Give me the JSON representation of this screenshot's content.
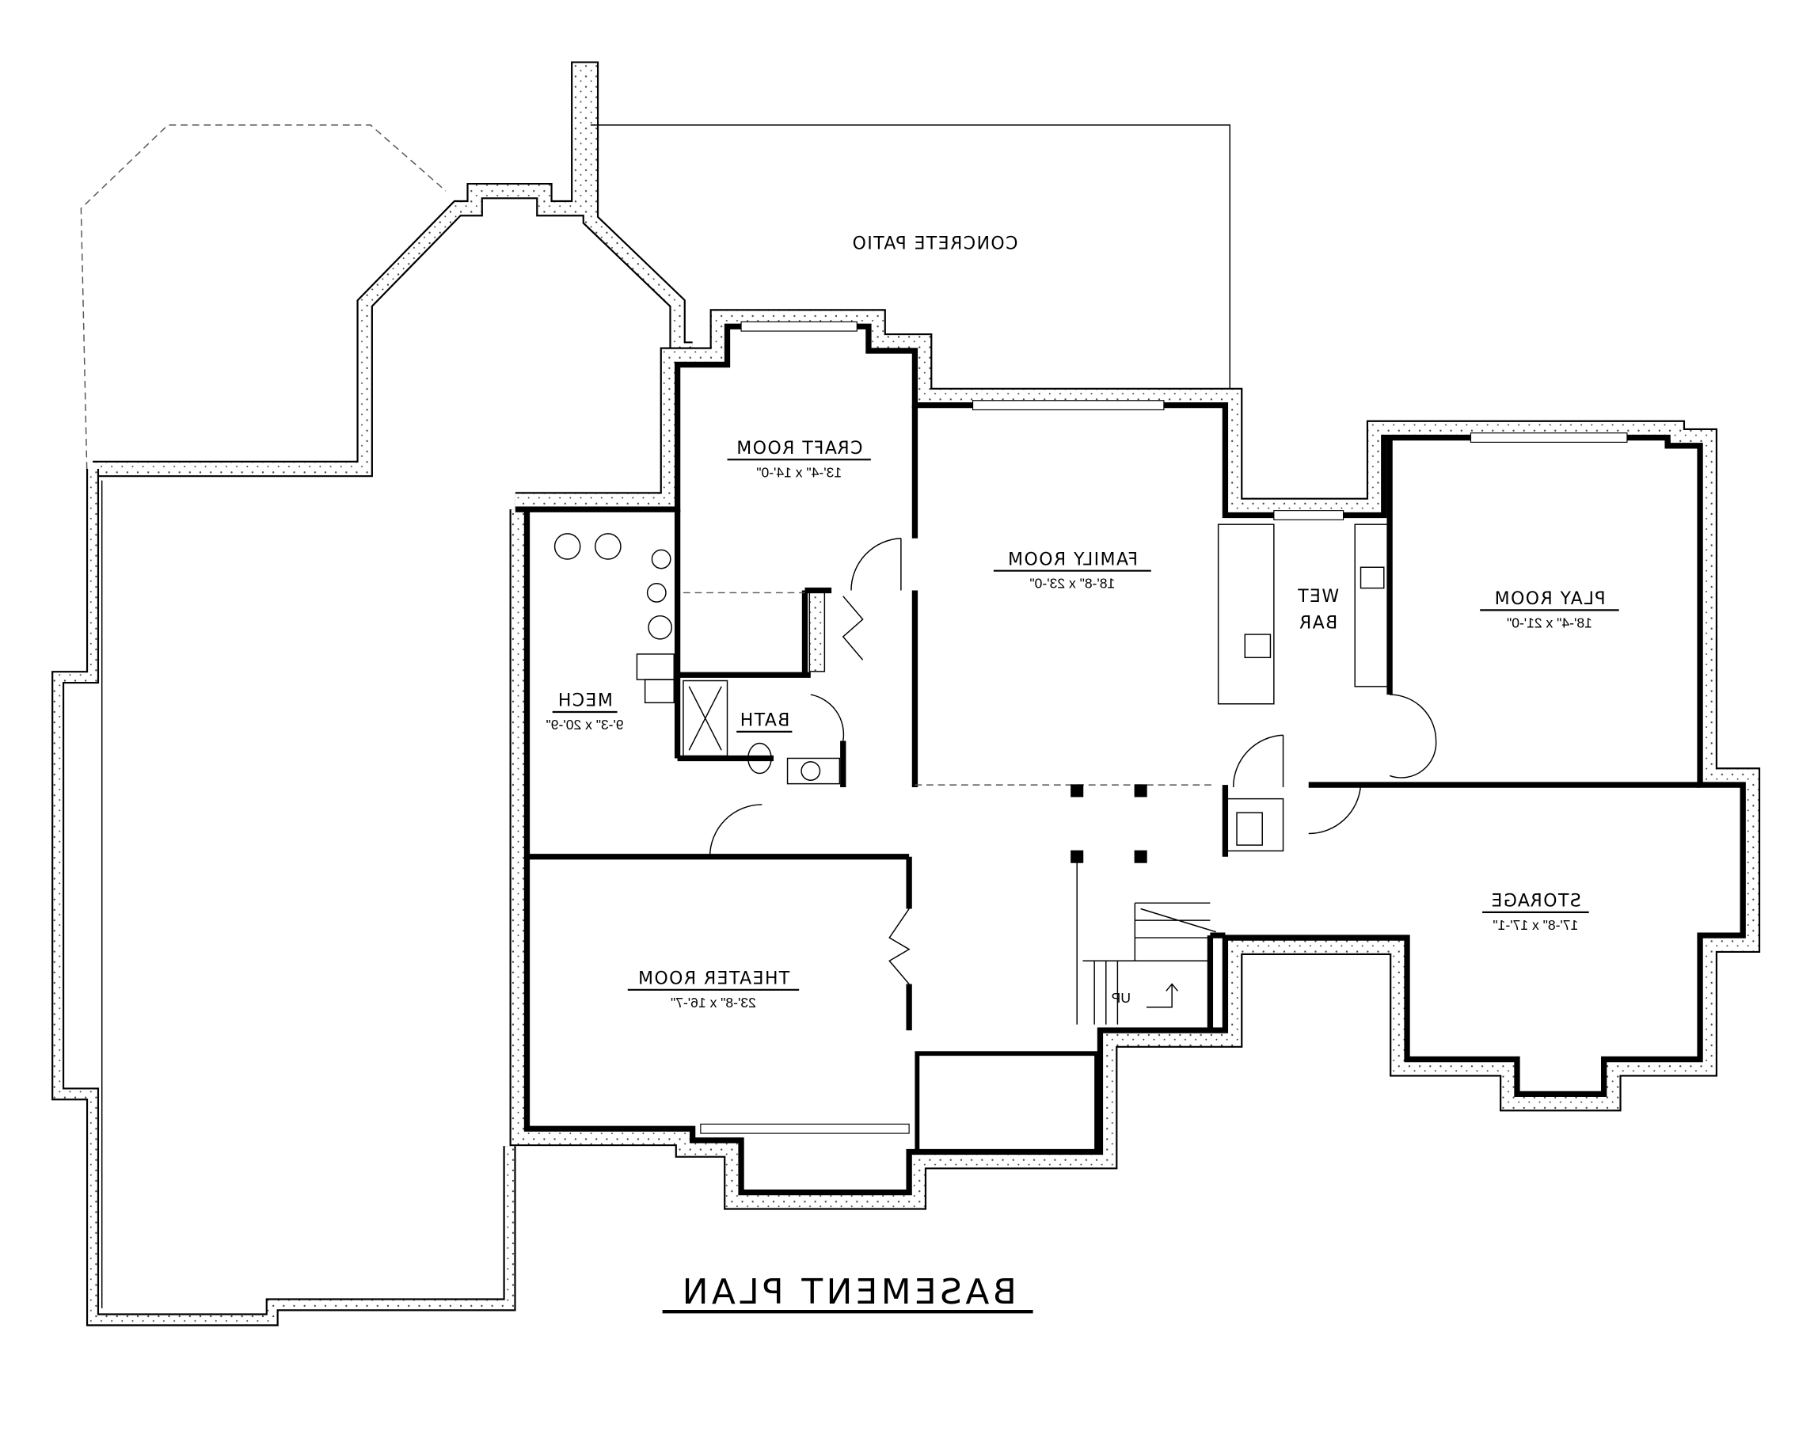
{
  "plan": {
    "title": "BASEMENT PLAN",
    "text_mirrored": true,
    "rooms": {
      "patio": {
        "name": "CONCRETE PATIO"
      },
      "craft": {
        "name": "CRAFT ROOM",
        "size": "13'-4\" x 14'-0\""
      },
      "family": {
        "name": "FAMILY ROOM",
        "size": "18'-8\" x 23'-0\""
      },
      "wetbar": {
        "name1": "WET",
        "name2": "BAR"
      },
      "play": {
        "name": "PLAY ROOM",
        "size": "18'-4\" x 21'-0\""
      },
      "mech": {
        "name": "MECH",
        "size": "9'-3\" x 20'-9\""
      },
      "bath": {
        "name": "BATH"
      },
      "theater": {
        "name": "THEATER ROOM",
        "size": "23'-8\" x 16'-7\""
      },
      "storage": {
        "name": "STORAGE",
        "size": "17'-8\" x 17'-1\""
      }
    },
    "stairs_label": "UP",
    "colors": {
      "wall": "#000000",
      "hatch": "#777777",
      "background": "#ffffff"
    }
  }
}
